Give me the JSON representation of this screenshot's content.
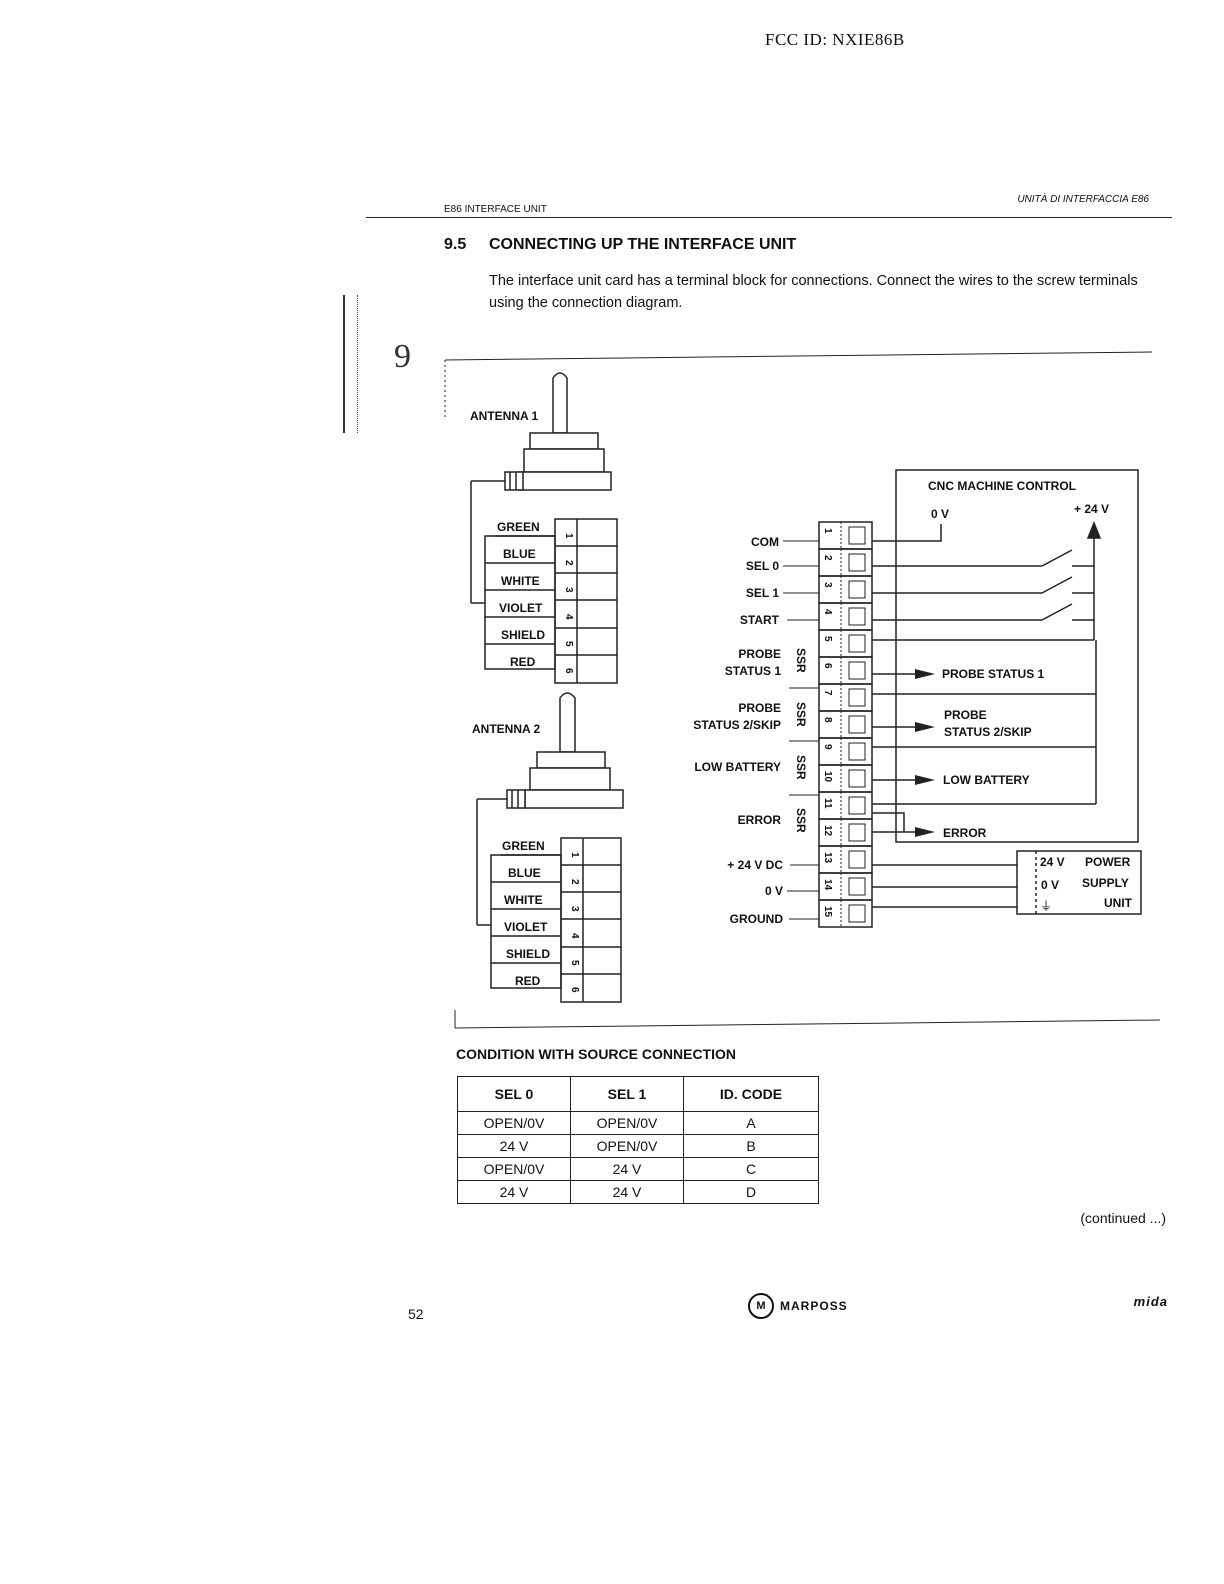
{
  "page": {
    "fcc_id": "FCC ID: NXIE86B",
    "header_left": "E86 INTERFACE UNIT",
    "header_right": "UNITÀ DI INTERFACCIA E86",
    "section_number": "9.5",
    "section_title": "CONNECTING UP THE INTERFACE UNIT",
    "intro_text": "The interface unit card has a terminal block for connections. Connect the wires to the screw terminals using the connection diagram.",
    "margin_mark": "9",
    "page_number": "52",
    "logo_text": "MARPOSS",
    "brand_right": "mida",
    "continued": "(continued ...)"
  },
  "diagram": {
    "antenna1_label": "ANTENNA 1",
    "antenna2_label": "ANTENNA 2",
    "antenna_wires": [
      "GREEN",
      "BLUE",
      "WHITE",
      "VIOLET",
      "SHIELD",
      "RED"
    ],
    "antenna_terminal_numbers": [
      "1",
      "2",
      "3",
      "4",
      "5",
      "6"
    ],
    "main_terminal_numbers": [
      "1",
      "2",
      "3",
      "4",
      "5",
      "6",
      "7",
      "8",
      "9",
      "10",
      "11",
      "12",
      "13",
      "14",
      "15"
    ],
    "labels": {
      "com": "COM",
      "sel0": "SEL 0",
      "sel1": "SEL 1",
      "start": "START",
      "probe_status1_a": "PROBE",
      "probe_status1_b": "STATUS 1",
      "probe_status2_a": "PROBE",
      "probe_status2_b": "STATUS 2/SKIP",
      "low_battery": "LOW BATTERY",
      "error": "ERROR",
      "p24vdc": "+ 24 V DC",
      "zero_v": "0 V",
      "ground": "GROUND",
      "ssr": "SSR"
    },
    "cnc": {
      "title": "CNC MACHINE CONTROL",
      "zero_v": "0 V",
      "plus24": "+ 24 V",
      "out_probe_status1": "PROBE STATUS 1",
      "out_probe2_a": "PROBE",
      "out_probe2_b": "STATUS 2/SKIP",
      "out_low_battery": "LOW BATTERY",
      "out_error": "ERROR"
    },
    "psu": {
      "v24": "24 V",
      "v0": "0 V",
      "power": "POWER",
      "supply": "SUPPLY",
      "unit": "UNIT",
      "ground_symbol": "⏚"
    }
  },
  "condition_table": {
    "title": "CONDITION WITH SOURCE CONNECTION",
    "headers": [
      "SEL 0",
      "SEL 1",
      "ID. CODE"
    ],
    "rows": [
      [
        "OPEN/0V",
        "OPEN/0V",
        "A"
      ],
      [
        "24 V",
        "OPEN/0V",
        "B"
      ],
      [
        "OPEN/0V",
        "24 V",
        "C"
      ],
      [
        "24 V",
        "24 V",
        "D"
      ]
    ]
  }
}
